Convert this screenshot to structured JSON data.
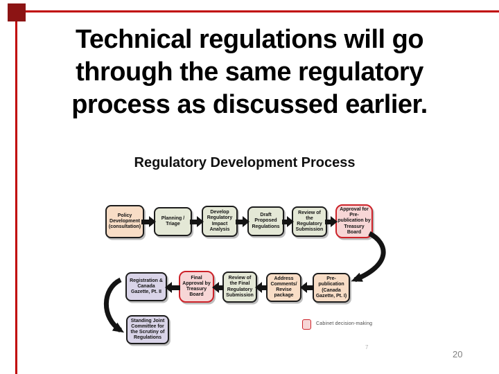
{
  "slide": {
    "title_lines": [
      "Technical regulations will go",
      "through the same regulatory",
      "process as discussed earlier."
    ],
    "page_number": "20",
    "embedded_slide_number": "7"
  },
  "accent": {
    "corner_color": "#8c1414",
    "line_color": "#c00000"
  },
  "diagram": {
    "title": "Regulatory Development Process",
    "legend": {
      "label": "Cabinet decision-making",
      "swatch_fill": "#f7d6d6",
      "swatch_border": "#cc2229"
    },
    "palette": {
      "peach": "#f8ddc6",
      "green": "#e4e8d6",
      "lavender": "#d9d4e8",
      "pink": "#f7d6d6",
      "pink_border": "#cc2229",
      "box_border": "#1c1c1c",
      "arrow": "#141414"
    },
    "boxes": [
      {
        "id": "policy-development",
        "label": "Policy Development (consultation)",
        "category": "peach"
      },
      {
        "id": "planning-triage",
        "label": "Planning / Triage",
        "category": "green"
      },
      {
        "id": "develop-regulatory-impact-analysis",
        "label": "Develop Regulatory Impact Analysis",
        "category": "green"
      },
      {
        "id": "draft-proposed-regulations",
        "label": "Draft Proposed Regulations",
        "category": "green"
      },
      {
        "id": "review-of-regulatory-submission",
        "label": "Review of the Regulatory Submission",
        "category": "green"
      },
      {
        "id": "approval-for-prepublication",
        "label": "Approval for Pre-publication by Treasury Board",
        "category": "pink"
      },
      {
        "id": "prepublication-gazette-1",
        "label": "Pre-publication (Canada Gazette, Pt. I)",
        "category": "peach"
      },
      {
        "id": "address-comments-revise",
        "label": "Address Comments/ Revise package",
        "category": "peach"
      },
      {
        "id": "review-of-final-submission",
        "label": "Review of the Final Regulatory Submission",
        "category": "green"
      },
      {
        "id": "final-approval-treasury-board",
        "label": "Final Approval by Treasury Board",
        "category": "pink"
      },
      {
        "id": "registration-gazette-2",
        "label": "Registration & Canada Gazette, Pt. II",
        "category": "lavender"
      },
      {
        "id": "standing-joint-committee",
        "label": "Standing Joint Committee for the Scrutiny of Regulations",
        "category": "lavender"
      }
    ]
  }
}
